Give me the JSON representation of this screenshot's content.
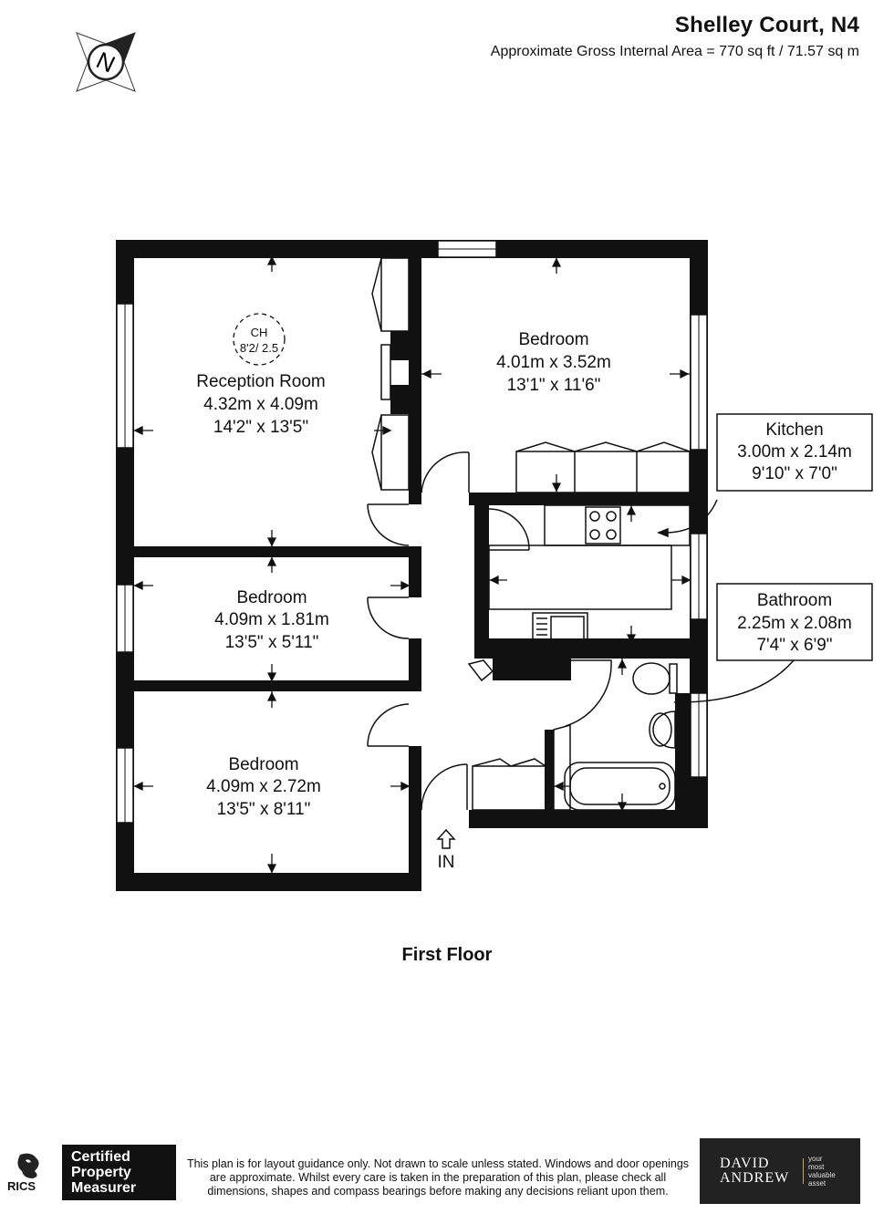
{
  "header": {
    "title": "Shelley Court, N4",
    "area": "Approximate Gross Internal Area  =  770 sq ft / 71.57 sq m"
  },
  "compass": {
    "icon": "north-compass-icon",
    "letter": "N"
  },
  "rooms": {
    "reception": {
      "name": "Reception Room",
      "metric": "4.32m x 4.09m",
      "imperial": "14'2\" x 13'5\""
    },
    "bedroom_main": {
      "name": "Bedroom",
      "metric": "4.01m x 3.52m",
      "imperial": "13'1\" x 11'6\""
    },
    "bedroom_small": {
      "name": "Bedroom",
      "metric": "4.09m x 1.81m",
      "imperial": "13'5\" x 5'11\""
    },
    "bedroom_lower": {
      "name": "Bedroom",
      "metric": "4.09m x 2.72m",
      "imperial": "13'5\" x 8'11\""
    },
    "kitchen": {
      "name": "Kitchen",
      "metric": "3.00m x 2.14m",
      "imperial": "9'10\" x 7'0\""
    },
    "bathroom": {
      "name": "Bathroom",
      "metric": "2.25m x 2.08m",
      "imperial": "7'4\" x 6'9\""
    }
  },
  "ceiling_height": {
    "label": "CH",
    "value": "8'2/ 2.5"
  },
  "entrance": "IN",
  "floor_label": "First Floor",
  "footer": {
    "disclaimer": "This plan is for layout guidance only. Not drawn to scale unless stated. Windows and door openings are approximate. Whilst every care is taken in the preparation of this plan, please check all dimensions, shapes and compass bearings before making any decisions reliant upon them.",
    "rics": "RICS",
    "certified": [
      "Certified",
      "Property",
      "Measurer"
    ],
    "brand": [
      "DAVID",
      "ANDREW"
    ],
    "tagline": [
      "your",
      "most",
      "valuable",
      "asset"
    ]
  },
  "colors": {
    "wall": "#111111",
    "brand_bg": "#222222",
    "brand_accent": "#c9a94b"
  }
}
